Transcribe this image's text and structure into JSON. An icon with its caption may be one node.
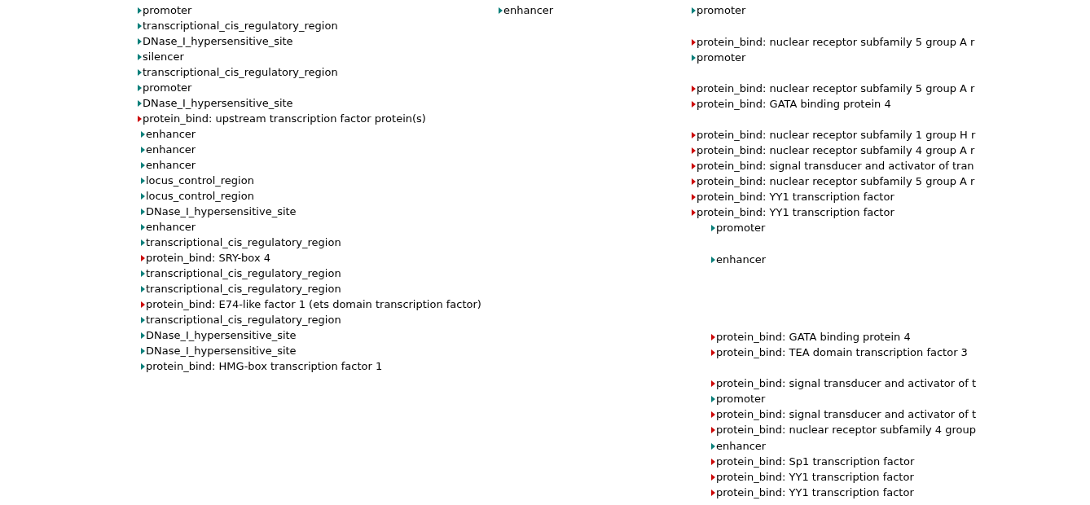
{
  "diagram": {
    "labels": [
      "promoter",
      "transcriptional_cis_regulatory_region",
      "DNase_I_hypersensitive_site",
      "silencer",
      "transcriptional_cis_regulatory_region",
      "promoter",
      "DNase_I_hypersensitive_site",
      "protein_bind: upstream transcription factor protein(s)",
      "enhancer",
      "enhancer",
      "enhancer",
      "locus_control_region",
      "locus_control_region",
      "DNase_I_hypersensitive_site",
      "enhancer",
      "transcriptional_cis_regulatory_region",
      "protein_bind: SRY-box 4",
      "transcriptional_cis_regulatory_region",
      "transcriptional_cis_regulatory_region",
      "protein_bind: E74-like factor 1 (ets domain transcription factor)",
      "transcriptional_cis_regulatory_region",
      "DNase_I_hypersensitive_site",
      "DNase_I_hypersensitive_site",
      "protein_bind: HMG-box transcription factor 1",
      "enhancer",
      "promoter",
      "protein_bind: nuclear receptor subfamily 5 group A r",
      "promoter",
      "protein_bind: nuclear receptor subfamily 5 group A r",
      "protein_bind: GATA binding protein 4",
      "protein_bind: nuclear receptor subfamily 1 group H r",
      "protein_bind: nuclear receptor subfamily 4 group A r",
      "protein_bind: signal transducer and activator of tran",
      "protein_bind: nuclear receptor subfamily 5 group A r",
      "protein_bind: YY1 transcription factor",
      "protein_bind: YY1 transcription factor",
      "promoter",
      "enhancer",
      "protein_bind: GATA binding protein 4",
      "protein_bind: TEA domain transcription factor 3",
      "protein_bind: signal transducer and activator of t",
      "promoter",
      "protein_bind: signal transducer and activator of t",
      "protein_bind: nuclear receptor subfamily 4 group",
      "enhancer",
      "protein_bind: Sp1 transcription factor",
      "protein_bind: YY1 transcription factor",
      "protein_bind: YY1 transcription factor"
    ]
  }
}
